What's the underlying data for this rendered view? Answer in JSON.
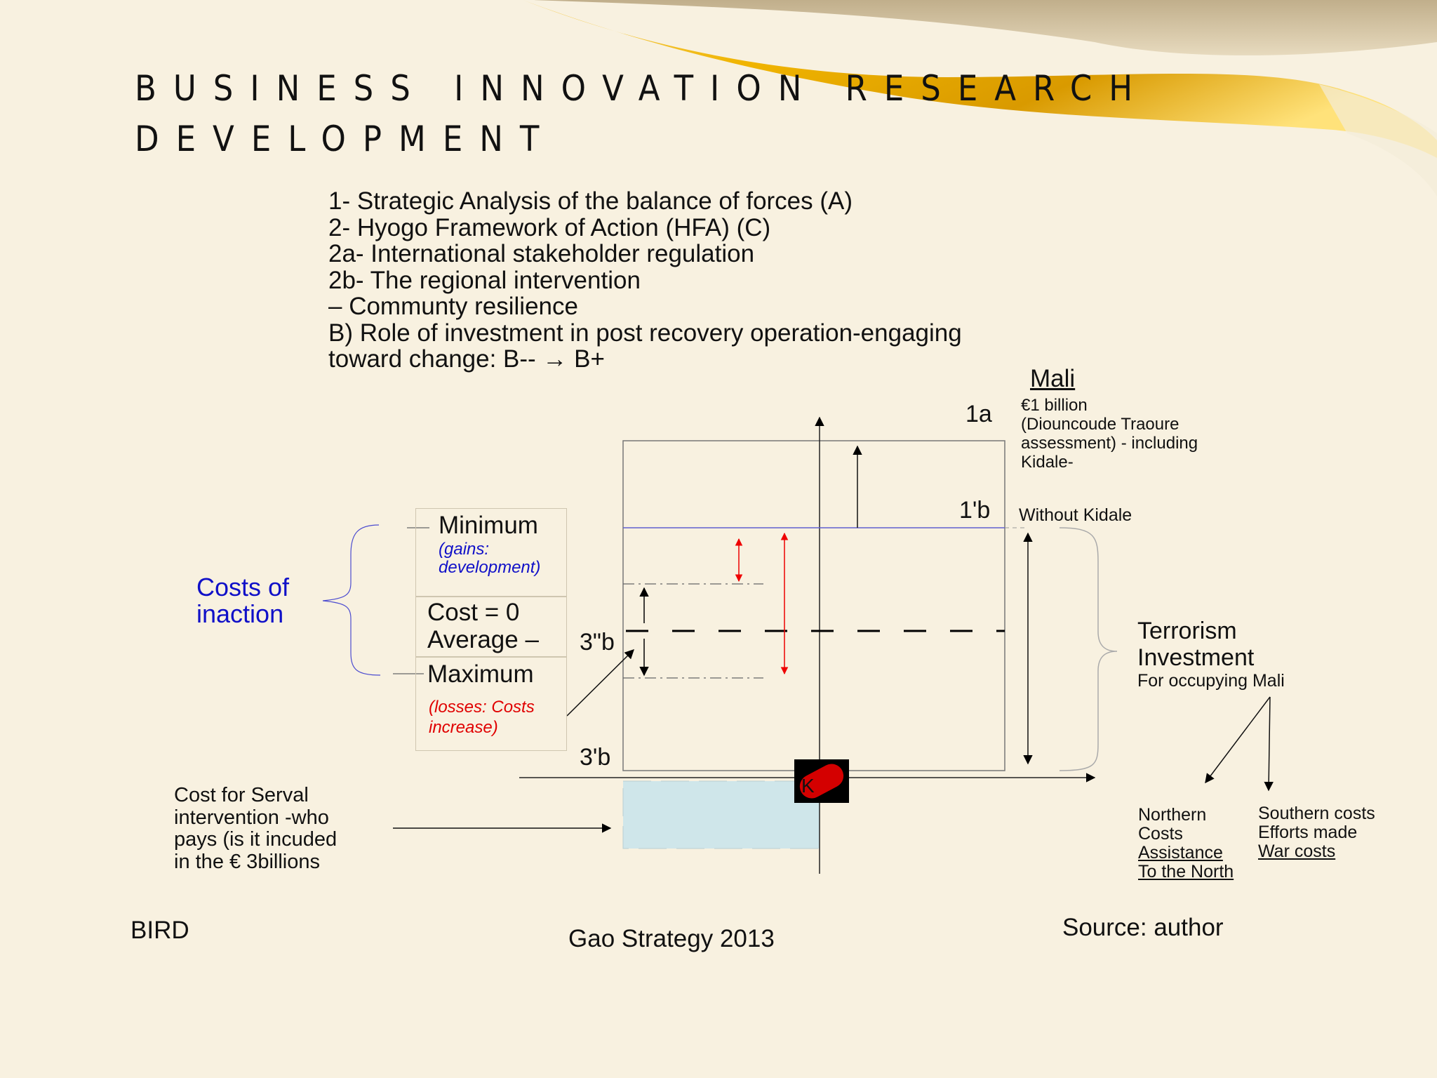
{
  "title": {
    "line1": "BUSINESS INNOVATION RESEARCH",
    "line2": "DEVELOPMENT"
  },
  "agenda": [
    "1- Strategic Analysis of the balance of forces (A)",
    "2- Hyogo Framework of Action (HFA) (C)",
    "2a- International stakeholder regulation",
    "2b- The regional intervention",
    "– Communty resilience",
    "B) Role of investment in post recovery operation-engaging",
    "toward change: B-- → B+"
  ],
  "diagram": {
    "mali": {
      "heading": "Mali",
      "cost_lines": [
        "€1 billion",
        "(Diouncoude Traoure",
        "assessment) - including",
        "Kidale-"
      ],
      "without": "Without Kidale"
    },
    "levels": {
      "l1a": "1a",
      "l1b": "1'b",
      "l3b2": "3\"b",
      "l3b": "3'b"
    },
    "costs_of_inaction": [
      "Costs of",
      "inaction"
    ],
    "minimum": {
      "label": "Minimum",
      "note": [
        "(gains:",
        "development)"
      ]
    },
    "cost_zero": [
      "Cost = 0",
      "Average –"
    ],
    "maximum": {
      "label": "Maximum",
      "note": [
        "(losses: Costs",
        "increase)"
      ]
    },
    "terrorism": {
      "line1": "Terrorism",
      "line2": "Investment",
      "sub": "For occupying Mali"
    },
    "k_marker": "K",
    "serval": [
      "Cost for Serval",
      "intervention -who",
      "pays (is it incuded",
      "in the € 3billions"
    ],
    "northern": {
      "plain": [
        "Northern",
        "Costs"
      ],
      "underlined": [
        "Assistance",
        "To the North"
      ]
    },
    "southern": {
      "plain": [
        "Southern costs",
        "Efforts made"
      ],
      "underlined": [
        "War costs"
      ]
    }
  },
  "footer": {
    "left": "BIRD",
    "center": "Gao Strategy 2013",
    "right": "Source: author"
  },
  "colors": {
    "background": "#f8f1e0",
    "gold": "#e8a800",
    "blue_text": "#1010c8",
    "red_text": "#e00000",
    "serval_box": "#cfe6ea",
    "k_box": "#cc0000"
  }
}
